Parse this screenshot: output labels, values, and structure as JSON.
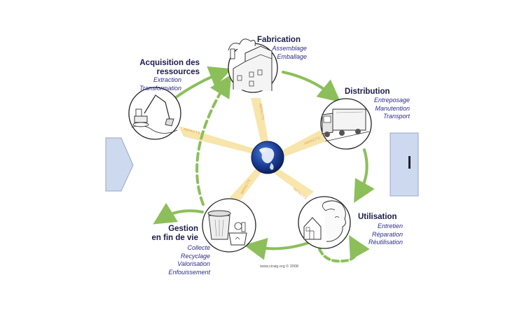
{
  "stages": {
    "fabrication": {
      "title": "Fabrication",
      "items": [
        "Assemblage",
        "Emballage"
      ]
    },
    "distribution": {
      "title": "Distribution",
      "items": [
        "Entreposage",
        "Manutention",
        "Transport"
      ]
    },
    "utilisation": {
      "title": "Utilisation",
      "items": [
        "Entretien",
        "Réparation",
        "Réutilisation"
      ]
    },
    "fin_de_vie": {
      "title_line1": "Gestion",
      "title_line2": "en fin de vie",
      "items": [
        "Collecte",
        "Recyclage",
        "Valorisation",
        "Enfouissement"
      ]
    },
    "acquisition": {
      "title_line1": "Acquisition des",
      "title_line2": "ressources",
      "items": [
        "Extraction",
        "Transformation"
      ]
    }
  },
  "impact_label": "IMPACTS",
  "credit": "www.ciraig.org © 2008",
  "colors": {
    "arrow_green": "#8cbf5a",
    "impact_yellow": "#f7e3a3",
    "side_panel": "#cdd9ef",
    "title_navy": "#1b1b4b",
    "sub_blue": "#2c2c8a"
  }
}
